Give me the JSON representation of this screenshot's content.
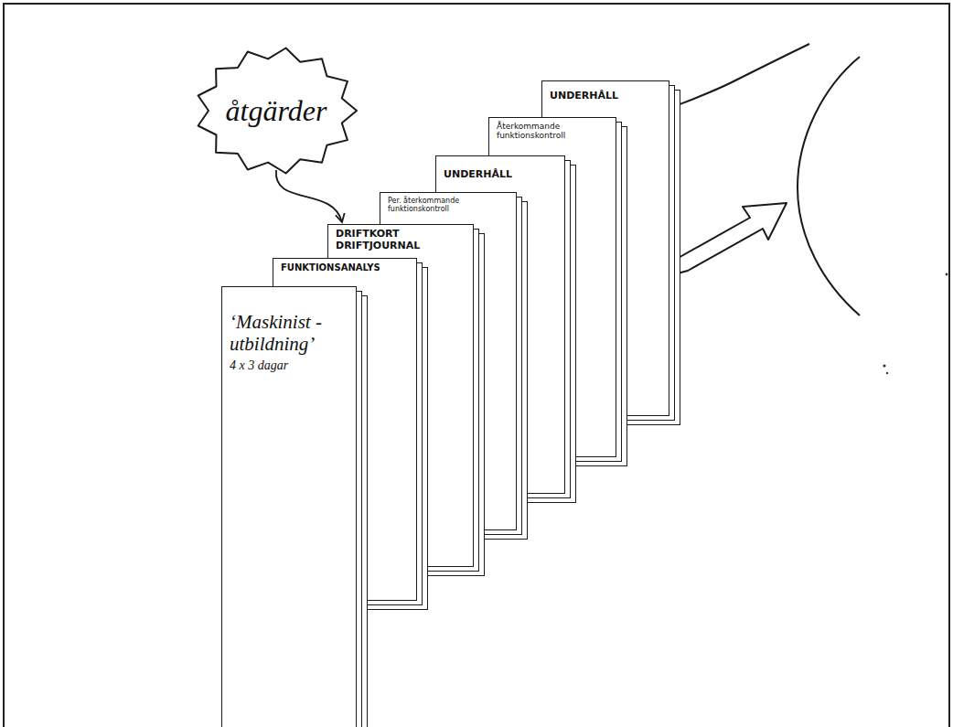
{
  "diagram": {
    "nodes": [
      {
        "text": [
          "åtgärder"
        ]
      },
      {
        "text": [
          "‘Maskinist - utbildning’",
          "4 x 3 dagar"
        ]
      },
      {
        "text": [
          "FUNKTIONSANALYS"
        ]
      },
      {
        "text": [
          "DRIFTKORT DRIFTJOURNAL"
        ]
      },
      {
        "text": [
          "Per. återkommande funktionskontroll"
        ]
      },
      {
        "text": [
          "UNDERHÅLL"
        ]
      },
      {
        "text": [
          "Återkommande funktionskontroll"
        ]
      },
      {
        "text": [
          "UNDERHÅLL"
        ]
      }
    ],
    "edges": [
      {
        "from": 0,
        "to": 3,
        "arrow": "to"
      }
    ]
  }
}
